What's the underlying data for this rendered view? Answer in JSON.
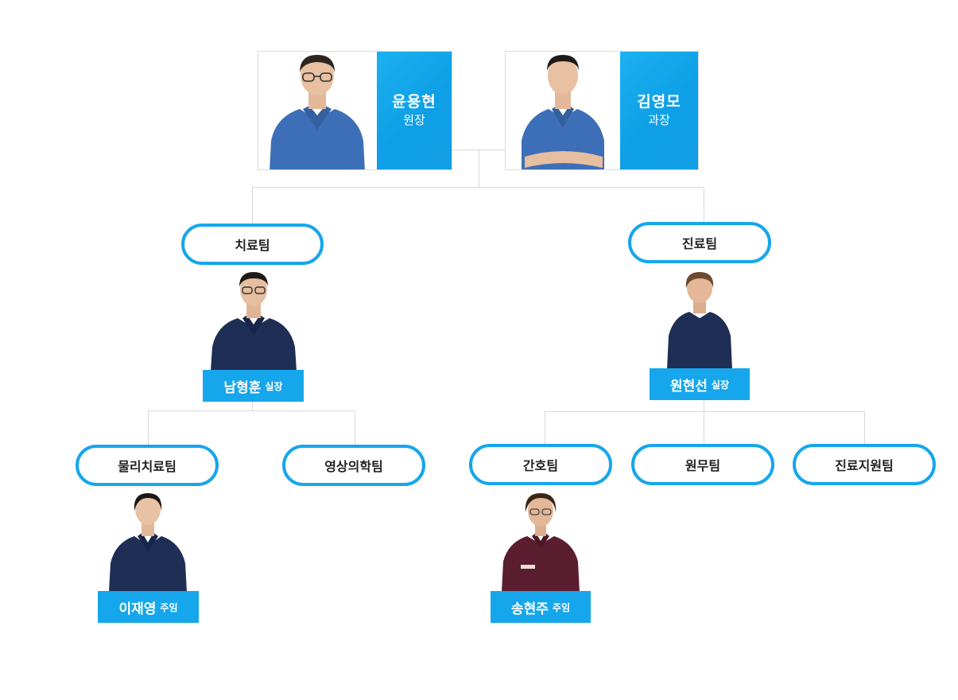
{
  "directors": [
    {
      "name": "윤용현",
      "title": "원장"
    },
    {
      "name": "김영모",
      "title": "과장"
    }
  ],
  "teams": {
    "treatment": {
      "label": "치료팀",
      "head": {
        "name": "남형훈",
        "role": "실장"
      }
    },
    "clinic": {
      "label": "진료팀",
      "head": {
        "name": "원현선",
        "role": "실장"
      }
    }
  },
  "subteams": [
    {
      "label": "물리치료팀",
      "member": {
        "name": "이재영",
        "role": "주임"
      }
    },
    {
      "label": "영상의학팀"
    },
    {
      "label": "간호팀",
      "member": {
        "name": "송현주",
        "role": "주임"
      }
    },
    {
      "label": "원무팀"
    },
    {
      "label": "진료지원팀"
    }
  ],
  "colors": {
    "accent": "#16a6ec",
    "line": "#d8d8d8",
    "scrub_blue": "#3d6fb8",
    "scrub_navy": "#1f2e55",
    "scrub_wine": "#5a1e30"
  }
}
